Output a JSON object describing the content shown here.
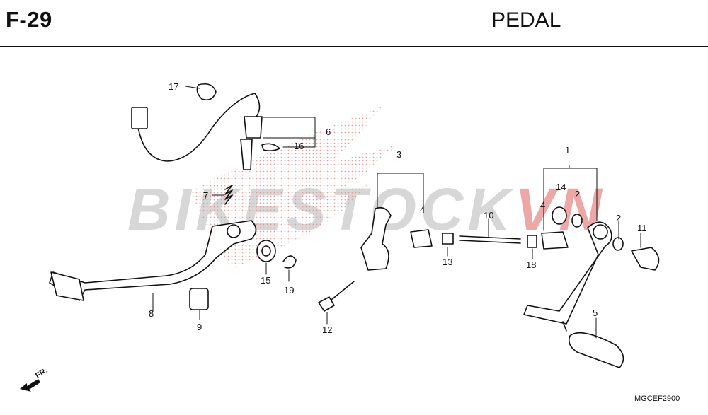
{
  "header": {
    "code": "F-29",
    "title": "PEDAL"
  },
  "watermark": {
    "main": "BIKESTOCK",
    "accent": "VN"
  },
  "callouts": [
    "17",
    "6",
    "16",
    "7",
    "3",
    "4",
    "1",
    "14",
    "2",
    "4",
    "2",
    "10",
    "11",
    "13",
    "18",
    "15",
    "19",
    "8",
    "9",
    "12",
    "5"
  ],
  "direction_label": "FR.",
  "diagram_code": "MGCEF2900"
}
